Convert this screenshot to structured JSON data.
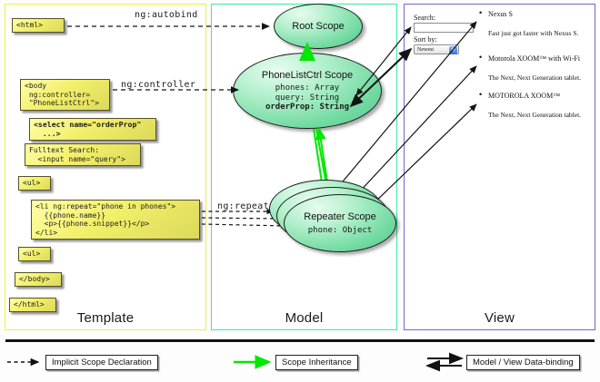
{
  "columns": [
    {
      "id": "template",
      "label": "Template",
      "border_color": "#f5ef3a"
    },
    {
      "id": "model",
      "label": "Model",
      "border_color": "#3fe8a0"
    },
    {
      "id": "view",
      "label": "View",
      "border_color": "#7b61d8"
    }
  ],
  "template": {
    "boxes": [
      {
        "id": "html-open",
        "text": "<html>",
        "bold": false
      },
      {
        "id": "body-open",
        "text": "<body\n ng:controller=\n \"PhoneListCtrl\">",
        "bold": false
      },
      {
        "id": "select",
        "text": "<select name=\"orderProp\"\n  ...>",
        "bold": true
      },
      {
        "id": "fulltext",
        "text": "Fulltext Search:\n  <input name=\"query\">",
        "bold": false
      },
      {
        "id": "ul-open",
        "text": "<ul>",
        "bold": false
      },
      {
        "id": "li-repeat",
        "text": "<li ng:repeat=\"phone in phones\">\n  {{phone.name}}\n  <p>{{phone.snippet}}</p>\n</li>",
        "bold": false
      },
      {
        "id": "ul-close",
        "text": "<ul>",
        "bold": false
      },
      {
        "id": "body-close",
        "text": "</body>",
        "bold": false
      },
      {
        "id": "html-close",
        "text": "</html>",
        "bold": false
      }
    ]
  },
  "connector_labels": {
    "autobind": "ng:autobind",
    "controller": "ng:controller",
    "repeat": "ng:repeat"
  },
  "model": {
    "scopes": [
      {
        "id": "root",
        "title": "Root\nScope",
        "props": ""
      },
      {
        "id": "phonelistctrl",
        "title": "PhoneListCtrl\nScope",
        "props_plain": "phones: Array\nquery: String\n",
        "props_bold": "orderProp: String"
      },
      {
        "id": "repeater",
        "title": "Repeater\nScope",
        "props": "phone: Object"
      }
    ]
  },
  "view": {
    "search_label": "Search:",
    "search_value": "",
    "sort_label": "Sort by:",
    "sort_selected": "Newest",
    "sort_options": [
      "Newest"
    ],
    "phones": [
      {
        "name": "Nexus S",
        "snippet": "Fast just got faster with Nexus S."
      },
      {
        "name": "Motorola XOOM™  with Wi-Fi",
        "snippet": "The Next, Next Generation tablet."
      },
      {
        "name": "MOTOROLA XOOM™",
        "snippet": "The Next, Next Generation tablet."
      }
    ]
  },
  "legend": {
    "items": [
      {
        "id": "implicit",
        "label": "Implicit Scope Declaration",
        "arrow": "dashed-arrow",
        "color": "#111111"
      },
      {
        "id": "inheritance",
        "label": "Scope Inheritance",
        "arrow": "solid-arrow",
        "color": "#00e800"
      },
      {
        "id": "databinding",
        "label": "Model / View Data-binding",
        "arrow": "double-arrow",
        "color": "#111111"
      }
    ]
  },
  "colors": {
    "inheritance_green": "#00e800",
    "scope_fill": "#76dca4",
    "code_fill": "#f2ef6a",
    "arrow_black": "#1a1a1a"
  }
}
